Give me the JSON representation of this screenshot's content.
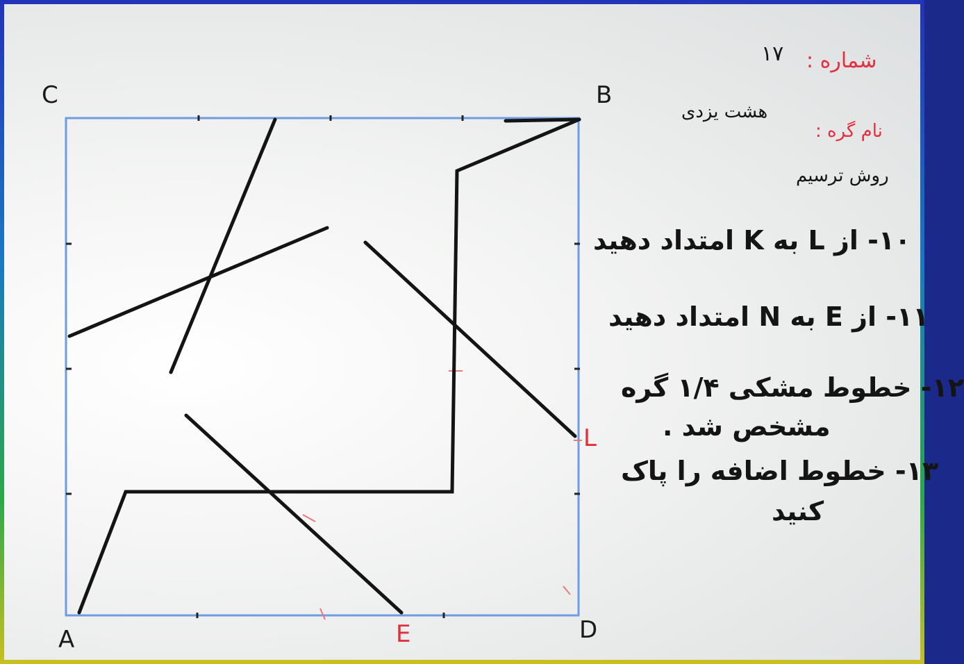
{
  "image_labels": {
    "corner_top_left": "C",
    "corner_top_right": "B",
    "corner_bottom_left": "A",
    "corner_bottom_right": "D",
    "point_e": "E",
    "point_l": "L"
  },
  "notes": {
    "number_label": "شماره :",
    "number_value": "۱۷",
    "group_label": "نام گره :",
    "group_value": "هشت یزدی",
    "method_title": "روش ترسیم",
    "step_10": "۱۰- از L به K امتداد دهید",
    "step_11": "۱۱- از E به N امتداد دهید",
    "step_12_line1": "۱۲- خطوط مشکی ۱/۴ گره",
    "step_12_line2": "مشخص شد .",
    "step_13_line1": "۱۳- خطوط اضافه را پاک",
    "step_13_line2": "کنید"
  },
  "colors": {
    "frame_blue": "#6f9be0",
    "ink_black": "#141414",
    "marker_red": "#e0303a",
    "board_white": "#f4f5f4"
  }
}
